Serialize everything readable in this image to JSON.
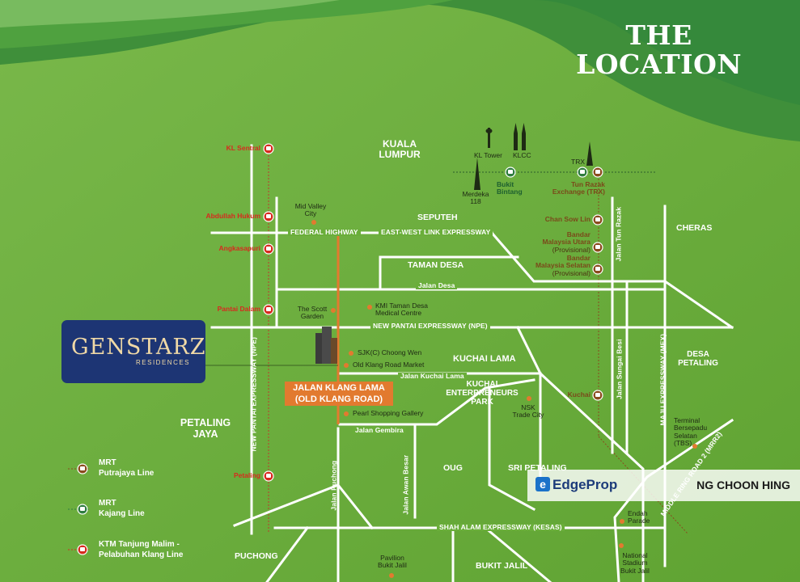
{
  "heading": {
    "line1": "THE",
    "line2": "LOCATION"
  },
  "logo": {
    "brand": "GENSTARZ",
    "sub": "RESIDENCES"
  },
  "areas": {
    "kuala_lumpur_1": "KUALA",
    "kuala_lumpur_2": "LUMPUR",
    "seputeh": "SEPUTEH",
    "taman_desa": "TAMAN DESA",
    "cheras": "CHERAS",
    "kuchai_lama": "KUCHAI LAMA",
    "kuchai_ep_1": "KUCHAI",
    "kuchai_ep_2": "ENTERPRENEURS",
    "kuchai_ep_3": "PARK",
    "desa_petaling_1": "DESA",
    "desa_petaling_2": "PETALING",
    "petaling_jaya_1": "PETALING",
    "petaling_jaya_2": "JAYA",
    "oug": "OUG",
    "sri_petaling": "SRI PETALING",
    "puchong": "PUCHONG",
    "bukit_jalil": "BUKIT JALIL"
  },
  "roads": {
    "federal": "FEDERAL HIGHWAY",
    "east_west": "EAST-WEST LINK EXPRESSWAY",
    "jalan_desa": "Jalan Desa",
    "npe": "NEW PANTAI EXPRESSWAY (NPE)",
    "npe_vertical": "NEW PANTAI EXPRESSWAY (NPE)",
    "jalan_kuchai_lama": "Jalan Kuchai Lama",
    "jalan_gembira": "Jalan Gembira",
    "jalan_puchong": "Jalan Puchong",
    "jalan_awan_besar": "Jalan Awan Besar",
    "kesas": "SHAH ALAM EXPRESSWAY (KESAS)",
    "jalan_tun_razak": "Jalan Tun Razak",
    "jalan_sungai_besi": "Jalan Sungai Besi",
    "mex": "MAJU EXPRESSWAY (MEX)",
    "mrr2": "MIDDLE RING ROAD 2 (MRR2)",
    "klang_lama_1": "JALAN KLANG LAMA",
    "klang_lama_2": "(OLD KLANG ROAD)"
  },
  "pois": {
    "mid_valley_1": "Mid Valley",
    "mid_valley_2": "City",
    "scott_1": "The Scott",
    "scott_2": "Garden",
    "kmi_1": "KMI Taman Desa",
    "kmi_2": "Medical Centre",
    "sjk": "SJK(C) Choong Wen",
    "old_market": "Old Klang Road Market",
    "pearl": "Pearl Shopping Gallery",
    "nsk_1": "NSK",
    "nsk_2": "Trade City",
    "kl_tower": "KL Tower",
    "klcc": "KLCC",
    "merdeka_1": "Merdeka",
    "merdeka_2": "118",
    "trx": "TRX",
    "tbs_1": "Terminal",
    "tbs_2": "Bersepadu",
    "tbs_3": "Selatan",
    "tbs_4": "(TBS)",
    "endah_1": "Endah",
    "endah_2": "Parade",
    "stadium_1": "National",
    "stadium_2": "Stadium",
    "stadium_3": "Bukit Jalil",
    "pavilion_1": "Pavilion",
    "pavilion_2": "Bukit Jalil"
  },
  "stations": {
    "kl_sentral": "KL Sentral",
    "abdullah_hukum": "Abdullah Hukum",
    "angkasapuri": "Angkasapuri",
    "pantai_dalam": "Pantai Dalam",
    "petaling": "Petaling",
    "bukit_bintang_1": "Bukit",
    "bukit_bintang_2": "Bintang",
    "tun_razak_1": "Tun Razak",
    "tun_razak_2": "Exchange (TRX)",
    "chan_sow_lin": "Chan Sow Lin",
    "bmu_1": "Bandar",
    "bmu_2": "Malaysia Utara",
    "bmu_3": "(Provisional)",
    "bms_1": "Bandar",
    "bms_2": "Malaysia Selatan",
    "bms_3": "(Provisional)",
    "kuchai": "Kuchai"
  },
  "legend": {
    "mrt_putrajaya_1": "MRT",
    "mrt_putrajaya_2": "Putrajaya Line",
    "mrt_kajang_1": "MRT",
    "mrt_kajang_2": "Kajang Line",
    "ktm_1": "KTM Tanjung Malim -",
    "ktm_2": "Pelabuhan Klang Line"
  },
  "watermark": {
    "brand": "EdgeProp",
    "agent": "NG CHOON HING"
  },
  "colors": {
    "map_green": "#6aae3a",
    "road": "#ffffff",
    "highlight_road": "#e27a2f",
    "logo_navy": "#1d3574",
    "ktm_red": "#d62b1e",
    "mrt_putrajaya_brown": "#8a4b1d",
    "mrt_kajang_green": "#2f7d3f"
  }
}
